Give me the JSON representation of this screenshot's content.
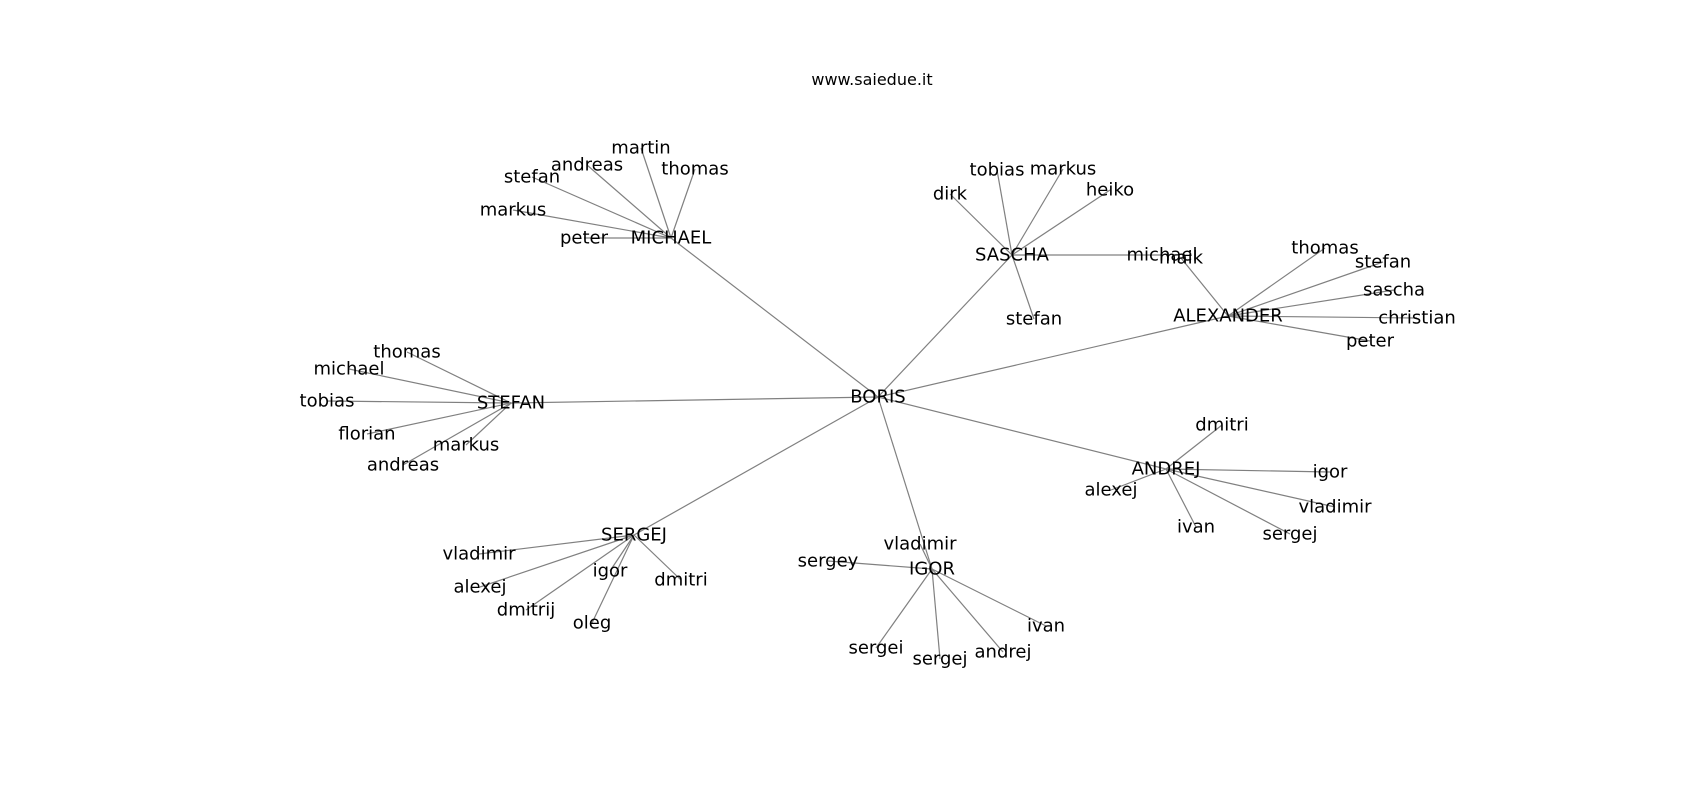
{
  "title": "www.saiedue.it",
  "colors": {
    "edge": "#808080",
    "text": "#000000",
    "background": "#ffffff"
  },
  "graph": {
    "nodes": [
      {
        "id": "boris",
        "label": "BORIS"
      },
      {
        "id": "michael",
        "label": "MICHAEL"
      },
      {
        "id": "michael_martin",
        "label": "martin"
      },
      {
        "id": "michael_andreas",
        "label": "andreas"
      },
      {
        "id": "michael_thomas",
        "label": "thomas"
      },
      {
        "id": "michael_stefan",
        "label": "stefan"
      },
      {
        "id": "michael_markus",
        "label": "markus"
      },
      {
        "id": "michael_peter",
        "label": "peter"
      },
      {
        "id": "sascha",
        "label": "SASCHA"
      },
      {
        "id": "sascha_tobias",
        "label": "tobias"
      },
      {
        "id": "sascha_markus",
        "label": "markus"
      },
      {
        "id": "sascha_dirk",
        "label": "dirk"
      },
      {
        "id": "sascha_heiko",
        "label": "heiko"
      },
      {
        "id": "sascha_michael",
        "label": "michael"
      },
      {
        "id": "sascha_stefan",
        "label": "stefan"
      },
      {
        "id": "alexander",
        "label": "ALEXANDER"
      },
      {
        "id": "alexander_maik",
        "label": "maik"
      },
      {
        "id": "alexander_thomas",
        "label": "thomas"
      },
      {
        "id": "alexander_stefan",
        "label": "stefan"
      },
      {
        "id": "alexander_sascha",
        "label": "sascha"
      },
      {
        "id": "alexander_christian",
        "label": "christian"
      },
      {
        "id": "alexander_peter",
        "label": "peter"
      },
      {
        "id": "stefan",
        "label": "STEFAN"
      },
      {
        "id": "stefan_thomas",
        "label": "thomas"
      },
      {
        "id": "stefan_michael",
        "label": "michael"
      },
      {
        "id": "stefan_tobias",
        "label": "tobias"
      },
      {
        "id": "stefan_florian",
        "label": "florian"
      },
      {
        "id": "stefan_markus",
        "label": "markus"
      },
      {
        "id": "stefan_andreas",
        "label": "andreas"
      },
      {
        "id": "andrej",
        "label": "ANDREJ"
      },
      {
        "id": "andrej_dmitri",
        "label": "dmitri"
      },
      {
        "id": "andrej_igor",
        "label": "igor"
      },
      {
        "id": "andrej_alexej",
        "label": "alexej"
      },
      {
        "id": "andrej_vladimir",
        "label": "vladimir"
      },
      {
        "id": "andrej_ivan",
        "label": "ivan"
      },
      {
        "id": "andrej_sergej",
        "label": "sergej"
      },
      {
        "id": "sergej",
        "label": "SERGEJ"
      },
      {
        "id": "sergej_vladimir",
        "label": "vladimir"
      },
      {
        "id": "sergej_alexej",
        "label": "alexej"
      },
      {
        "id": "sergej_igor",
        "label": "igor"
      },
      {
        "id": "sergej_dmitri",
        "label": "dmitri"
      },
      {
        "id": "sergej_dmitrij",
        "label": "dmitrij"
      },
      {
        "id": "sergej_oleg",
        "label": "oleg"
      },
      {
        "id": "igor",
        "label": "IGOR"
      },
      {
        "id": "igor_vladimir",
        "label": "vladimir"
      },
      {
        "id": "igor_sergey",
        "label": "sergey"
      },
      {
        "id": "igor_ivan",
        "label": "ivan"
      },
      {
        "id": "igor_sergei",
        "label": "sergei"
      },
      {
        "id": "igor_sergej",
        "label": "sergej"
      },
      {
        "id": "igor_andrej",
        "label": "andrej"
      }
    ],
    "edges": [
      [
        "boris",
        "michael"
      ],
      [
        "boris",
        "sascha"
      ],
      [
        "boris",
        "alexander"
      ],
      [
        "boris",
        "stefan"
      ],
      [
        "boris",
        "andrej"
      ],
      [
        "boris",
        "sergej"
      ],
      [
        "boris",
        "igor"
      ],
      [
        "michael",
        "michael_martin"
      ],
      [
        "michael",
        "michael_andreas"
      ],
      [
        "michael",
        "michael_thomas"
      ],
      [
        "michael",
        "michael_stefan"
      ],
      [
        "michael",
        "michael_markus"
      ],
      [
        "michael",
        "michael_peter"
      ],
      [
        "sascha",
        "sascha_tobias"
      ],
      [
        "sascha",
        "sascha_markus"
      ],
      [
        "sascha",
        "sascha_dirk"
      ],
      [
        "sascha",
        "sascha_heiko"
      ],
      [
        "sascha",
        "sascha_michael"
      ],
      [
        "sascha",
        "sascha_stefan"
      ],
      [
        "alexander",
        "alexander_maik"
      ],
      [
        "alexander",
        "alexander_thomas"
      ],
      [
        "alexander",
        "alexander_stefan"
      ],
      [
        "alexander",
        "alexander_sascha"
      ],
      [
        "alexander",
        "alexander_christian"
      ],
      [
        "alexander",
        "alexander_peter"
      ],
      [
        "stefan",
        "stefan_thomas"
      ],
      [
        "stefan",
        "stefan_michael"
      ],
      [
        "stefan",
        "stefan_tobias"
      ],
      [
        "stefan",
        "stefan_florian"
      ],
      [
        "stefan",
        "stefan_markus"
      ],
      [
        "stefan",
        "stefan_andreas"
      ],
      [
        "andrej",
        "andrej_dmitri"
      ],
      [
        "andrej",
        "andrej_igor"
      ],
      [
        "andrej",
        "andrej_alexej"
      ],
      [
        "andrej",
        "andrej_vladimir"
      ],
      [
        "andrej",
        "andrej_ivan"
      ],
      [
        "andrej",
        "andrej_sergej"
      ],
      [
        "sergej",
        "sergej_vladimir"
      ],
      [
        "sergej",
        "sergej_alexej"
      ],
      [
        "sergej",
        "sergej_igor"
      ],
      [
        "sergej",
        "sergej_dmitri"
      ],
      [
        "sergej",
        "sergej_dmitrij"
      ],
      [
        "sergej",
        "sergej_oleg"
      ],
      [
        "igor",
        "igor_vladimir"
      ],
      [
        "igor",
        "igor_sergey"
      ],
      [
        "igor",
        "igor_ivan"
      ],
      [
        "igor",
        "igor_sergei"
      ],
      [
        "igor",
        "igor_sergej"
      ],
      [
        "igor",
        "igor_andrej"
      ]
    ]
  }
}
